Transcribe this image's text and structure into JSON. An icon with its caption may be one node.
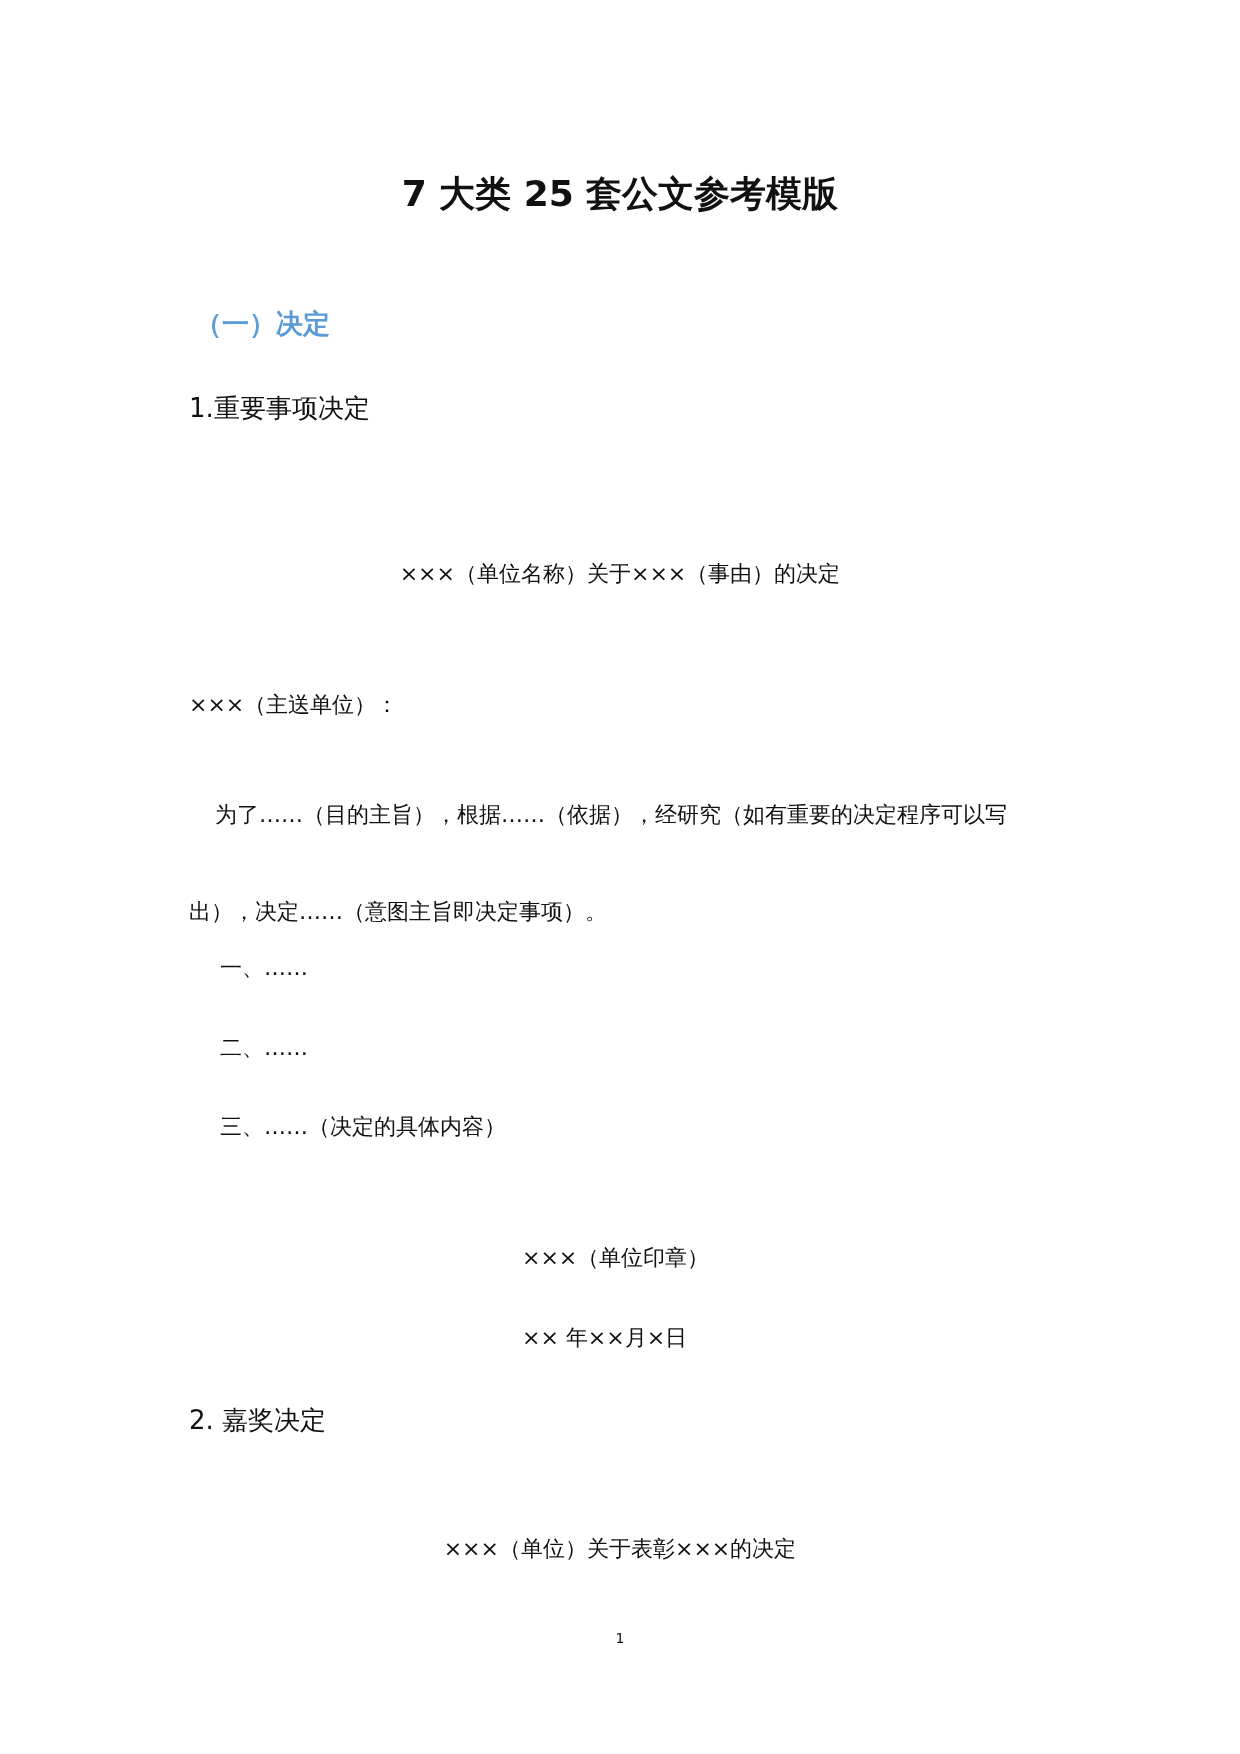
{
  "diagram": {
    "title": "7 大类 25 套公文参考模版",
    "labels": [
      "（一）决定",
      "1.重要事项决定",
      "×××（单位名称）关于×××（事由）的决定",
      "×××（主送单位）：",
      "为了……（目的主旨），根据……（依据），经研究（如有重要的决定程序可以写出），决定……（意图主旨即决定事项）。",
      "一、……",
      "二、……",
      "三、……（决定的具体内容）",
      "×××（单位印章）",
      "×× 年××月×日",
      "2. 嘉奖决定",
      "×××（单位）关于表彰×××的决定",
      "1"
    ]
  }
}
